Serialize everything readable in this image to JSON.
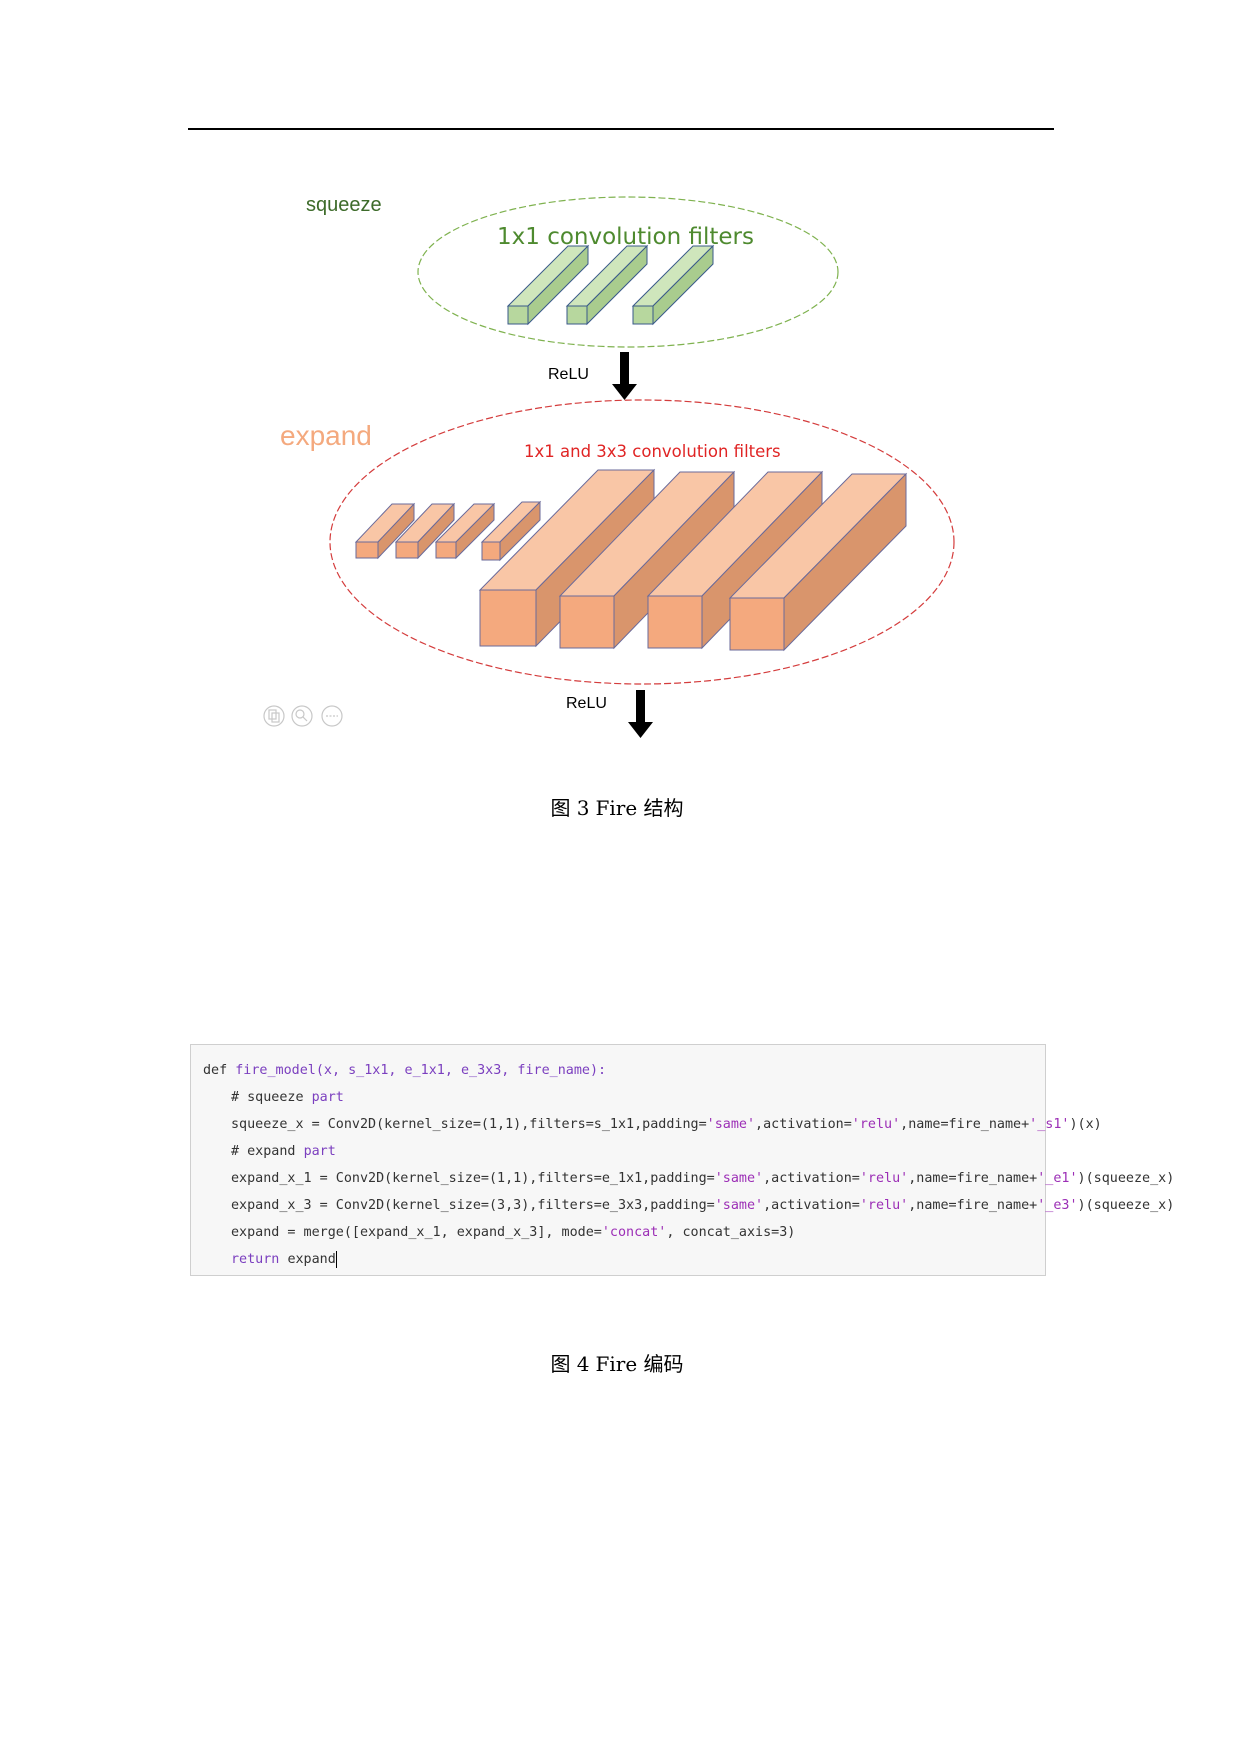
{
  "figure3": {
    "squeeze_label": "squeeze",
    "squeeze_filters_label": "1x1 convolution filters",
    "relu_top": "ReLU",
    "expand_label": "expand",
    "expand_filters_label": "1x1 and 3x3 convolution filters",
    "relu_bottom": "ReLU",
    "caption_num": "图 3",
    "caption_text": "Fire 结构",
    "colors": {
      "squeeze": "#3d6b2a",
      "expand": "#f4a97e",
      "expand_filters": "#e02424",
      "ellipse_green": "#7fb24f",
      "ellipse_red": "#d43c3c"
    },
    "viewer_icons": [
      "copy-icon",
      "zoom-icon",
      "more-icon"
    ]
  },
  "code": {
    "line1_def": "def ",
    "line1_sig": "fire_model(x, s_1x1, e_1x1, e_3x3, fire_name):",
    "line2_hash": "# squeeze ",
    "line2_word": "part",
    "line3_a": "squeeze_x = Conv2D(kernel_size=(1,1),filters=s_1x1,padding=",
    "line3_s1": "'same'",
    "line3_b": ",activation=",
    "line3_s2": "'relu'",
    "line3_c": ",name=fire_name+",
    "line3_s3": "'_s1'",
    "line3_d": ")(x)",
    "line4_hash": "# expand ",
    "line4_word": "part",
    "line5_a": "expand_x_1 = Conv2D(kernel_size=(1,1),filters=e_1x1,padding=",
    "line5_s1": "'same'",
    "line5_b": ",activation=",
    "line5_s2": "'relu'",
    "line5_c": ",name=fire_name+",
    "line5_s3": "'_e1'",
    "line5_d": ")(squeeze_x)",
    "line6_a": "expand_x_3 = Conv2D(kernel_size=(3,3),filters=e_3x3,padding=",
    "line6_s1": "'same'",
    "line6_b": ",activation=",
    "line6_s2": "'relu'",
    "line6_c": ",name=fire_name+",
    "line6_s3": "'_e3'",
    "line6_d": ")(squeeze_x)",
    "line7_a": "expand = merge([expand_x_1, expand_x_3], mode=",
    "line7_s1": "'concat'",
    "line7_b": ", concat_axis=3)",
    "line8_kw": "return ",
    "line8_val": "expand"
  },
  "figure4": {
    "caption_num": "图 4",
    "caption_text": "Fire 编码"
  }
}
